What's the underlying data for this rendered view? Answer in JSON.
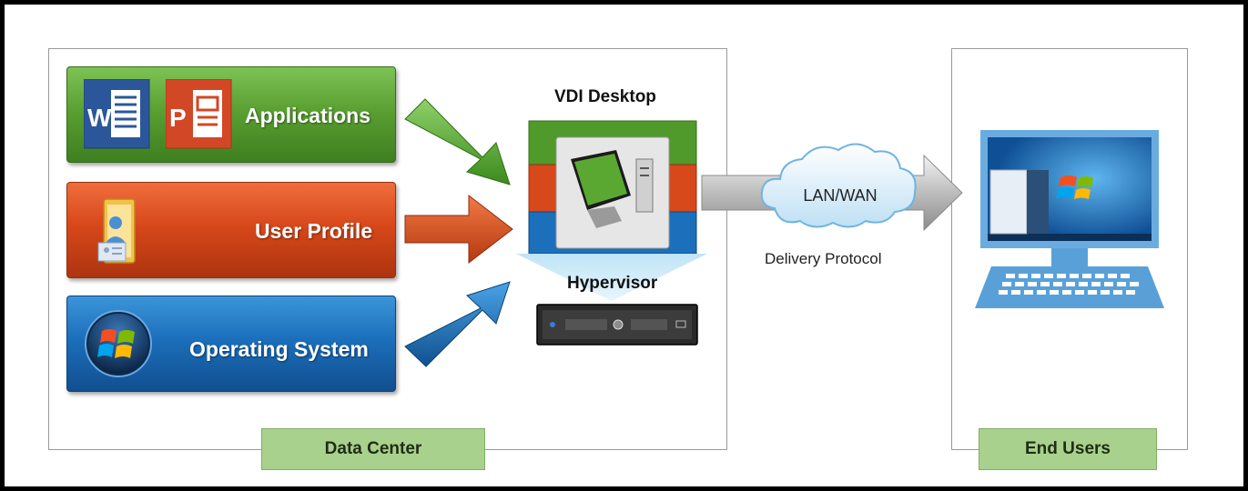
{
  "data_center": {
    "label": "Data Center",
    "layers": [
      {
        "label": "Applications",
        "color": "#5aa032"
      },
      {
        "label": "User Profile",
        "color": "#d7481b"
      },
      {
        "label": "Operating System",
        "color": "#1c6fbb"
      }
    ]
  },
  "vdi_desktop": {
    "title": "VDI Desktop"
  },
  "hypervisor": {
    "title": "Hypervisor"
  },
  "network": {
    "cloud_label": "LAN/WAN",
    "protocol_label": "Delivery Protocol"
  },
  "end_users": {
    "label": "End Users"
  },
  "icons": {
    "word": {
      "letter": "W"
    },
    "powerpoint": {
      "letter": "P"
    }
  }
}
